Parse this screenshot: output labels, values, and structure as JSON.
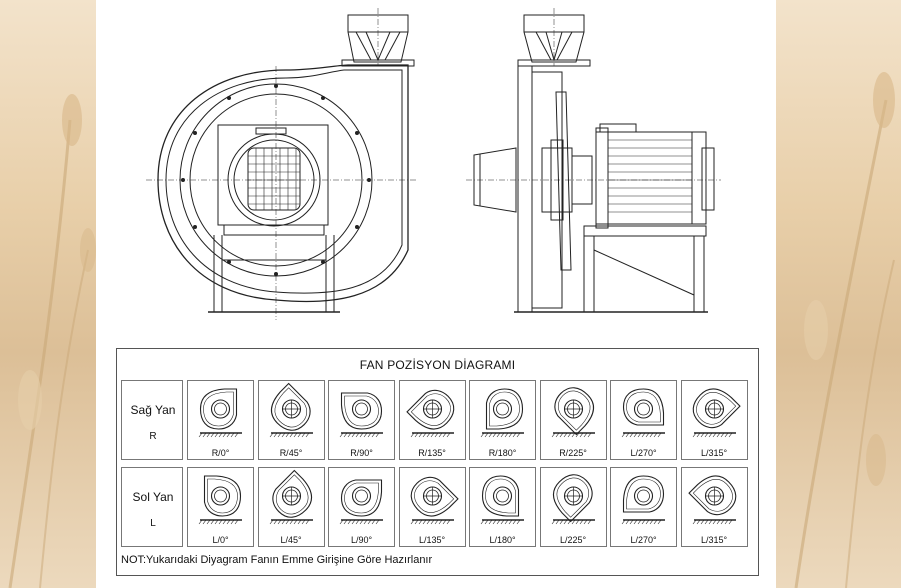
{
  "diagram": {
    "title": "FAN POZİSYON DİAGRAMI",
    "rows": [
      {
        "side": "Sağ Yan",
        "code": "R",
        "positions": [
          "R/0°",
          "R/45°",
          "R/90°",
          "R/135°",
          "R/180°",
          "R/225°",
          "L/270°",
          "L/315°"
        ],
        "angles": [
          0,
          45,
          90,
          135,
          180,
          225,
          270,
          315
        ],
        "mirror": false
      },
      {
        "side": "Sol Yan",
        "code": "L",
        "positions": [
          "L/0°",
          "L/45°",
          "L/90°",
          "L/135°",
          "L/180°",
          "L/225°",
          "L/270°",
          "L/315°"
        ],
        "angles": [
          0,
          45,
          90,
          135,
          180,
          225,
          270,
          315
        ],
        "mirror": true
      }
    ],
    "note": "NOT:Yukarıdaki Diyagram Fanın Emme Girişine Göre Hazırlanır"
  },
  "colors": {
    "line": "#222222",
    "background": "#e9d3b4",
    "sheet": "#ffffff"
  }
}
